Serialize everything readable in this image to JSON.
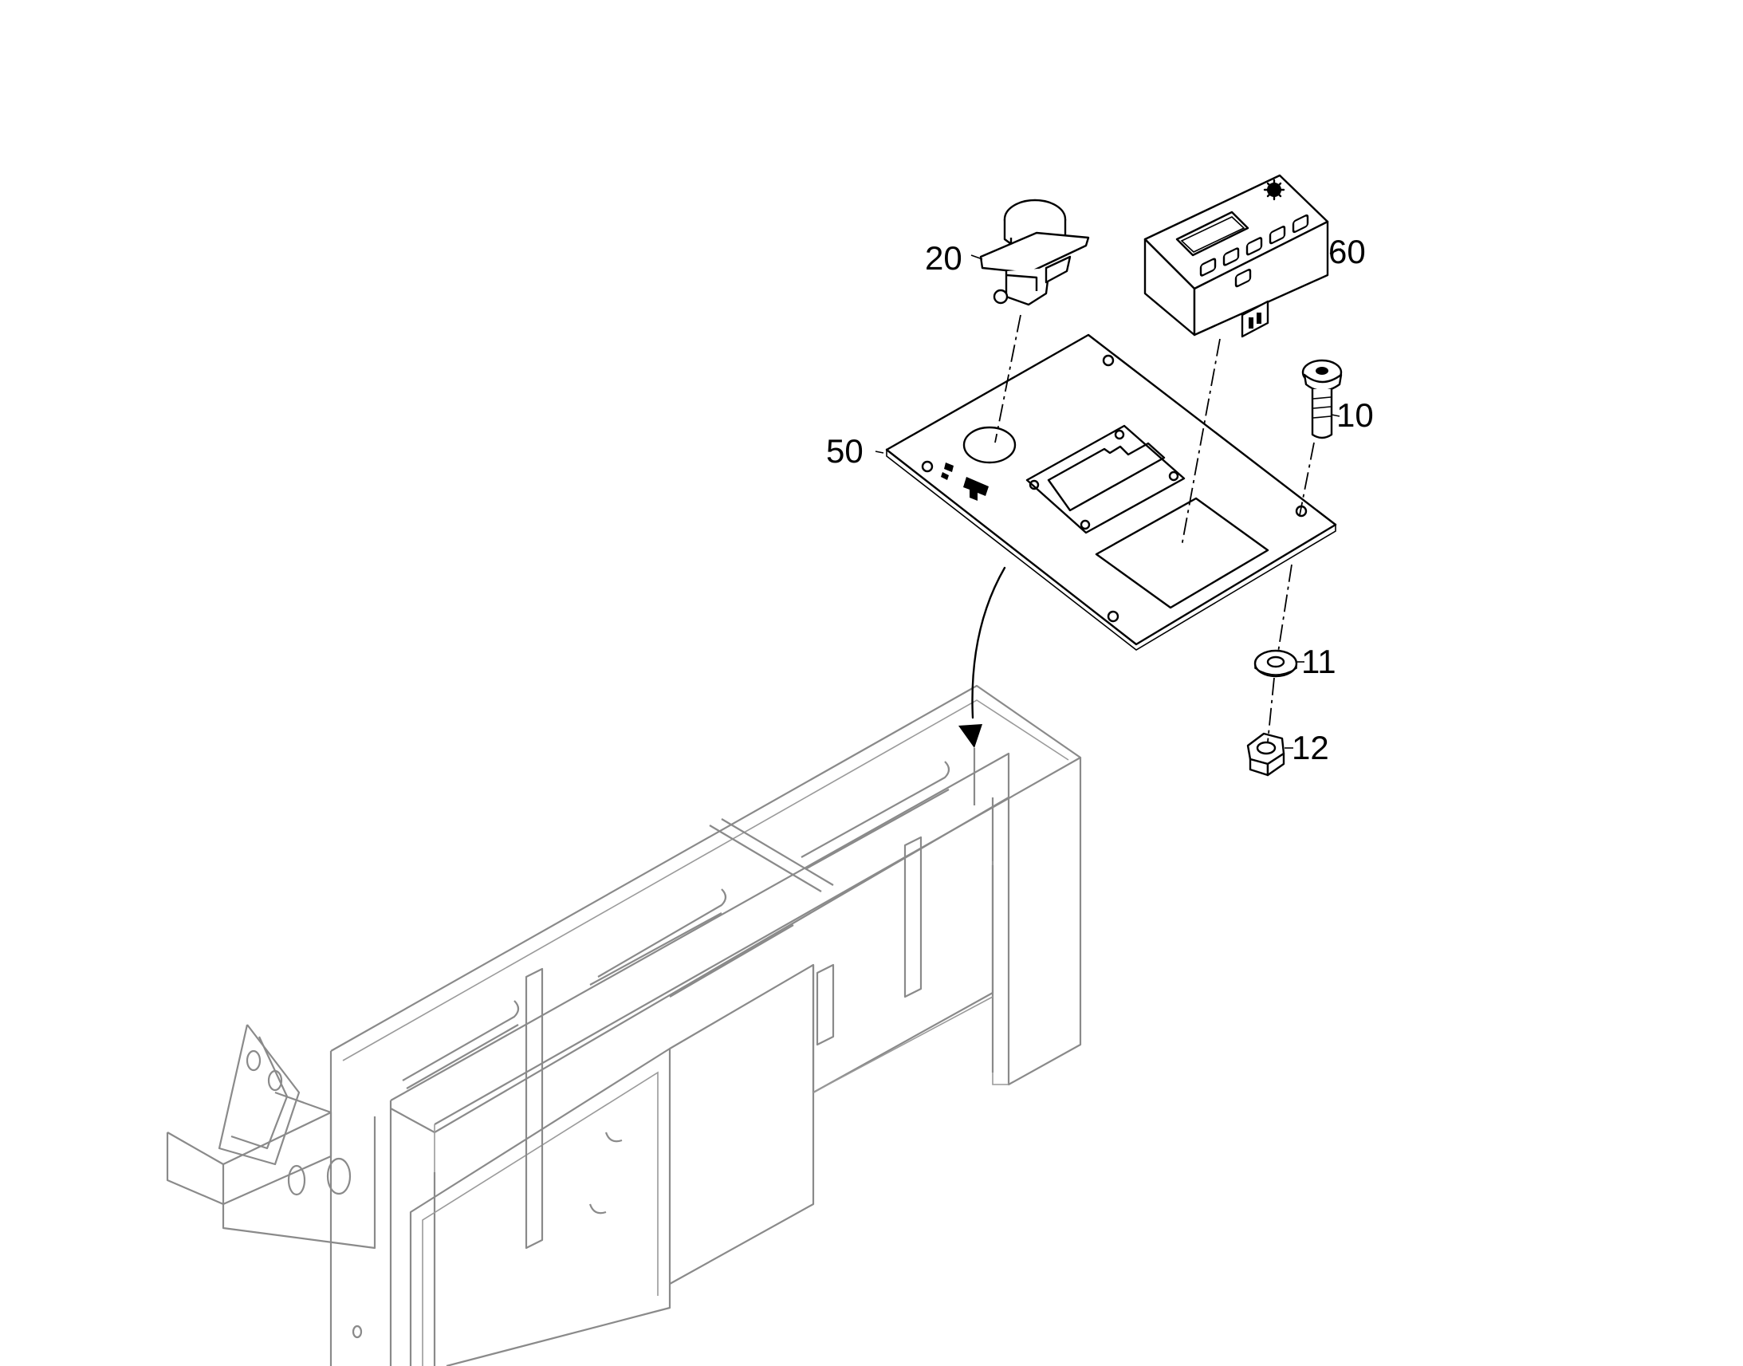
{
  "callouts": {
    "c20": "20",
    "c60": "60",
    "c10": "10",
    "c50": "50",
    "c11": "11",
    "c12": "12"
  }
}
